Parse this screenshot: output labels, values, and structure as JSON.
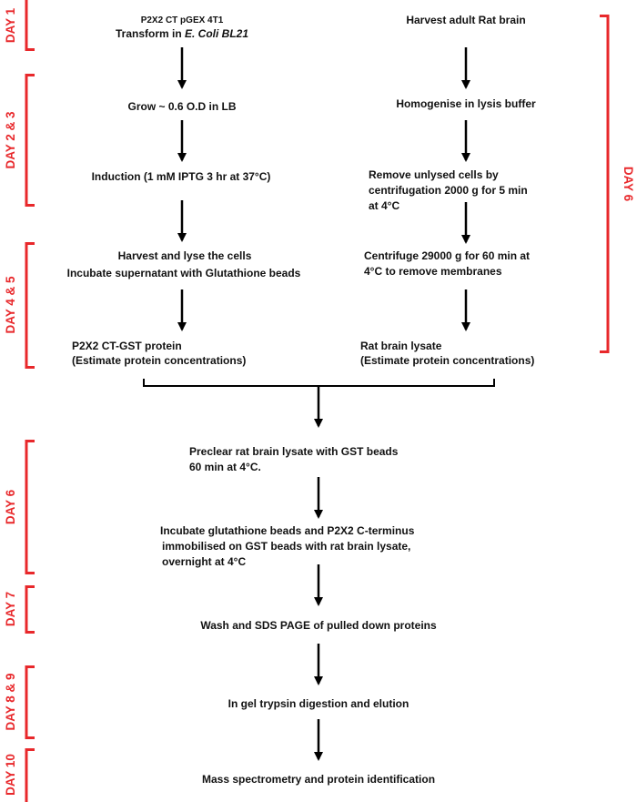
{
  "colors": {
    "accent": "#e8282b",
    "text": "#111111",
    "arrow": "#000000"
  },
  "day_labels": {
    "day1": "DAY 1",
    "day23": "DAY 2 & 3",
    "day45": "DAY 4 & 5",
    "day6_right": "DAY 6",
    "day6_left": "DAY 6",
    "day7": "DAY 7",
    "day89": "DAY 8 & 9",
    "day10": "DAY 10"
  },
  "left_column": {
    "vector": "P2X2 CT pGEX 4T1",
    "transform_prefix": "Transform in ",
    "transform_strain": "E. Coli BL21",
    "grow": "Grow ~ 0.6 O.D  in LB",
    "induction": "Induction (1 mM IPTG 3 hr at 37°C)",
    "harvest": "Harvest and lyse the cells",
    "incubate": "Incubate supernatant with Glutathione beads",
    "protein": "P2X2 CT-GST protein",
    "estimate": "(Estimate protein concentrations)"
  },
  "right_column": {
    "harvest_brain": "Harvest adult Rat brain",
    "homogenise": "Homogenise in lysis buffer",
    "remove_1": "Remove unlysed cells by",
    "remove_2": "centrifugation 2000 g for 5 min",
    "remove_3": "at 4°C",
    "centrifuge_1": "Centrifuge 29000 g for 60 min at",
    "centrifuge_2": "4°C to remove membranes",
    "lysate": "Rat brain lysate",
    "estimate": "(Estimate protein concentrations)"
  },
  "merged": {
    "preclear_1": "Preclear rat brain lysate with GST beads",
    "preclear_2": "60 min at 4°C.",
    "incubate_1": "Incubate glutathione beads and P2X2 C-terminus",
    "incubate_2": "immobilised on GST beads with rat brain lysate,",
    "incubate_3": "overnight at 4°C",
    "wash": "Wash and SDS PAGE of pulled down proteins",
    "digest": "In gel trypsin digestion and elution",
    "ms": "Mass spectrometry and protein identification"
  }
}
